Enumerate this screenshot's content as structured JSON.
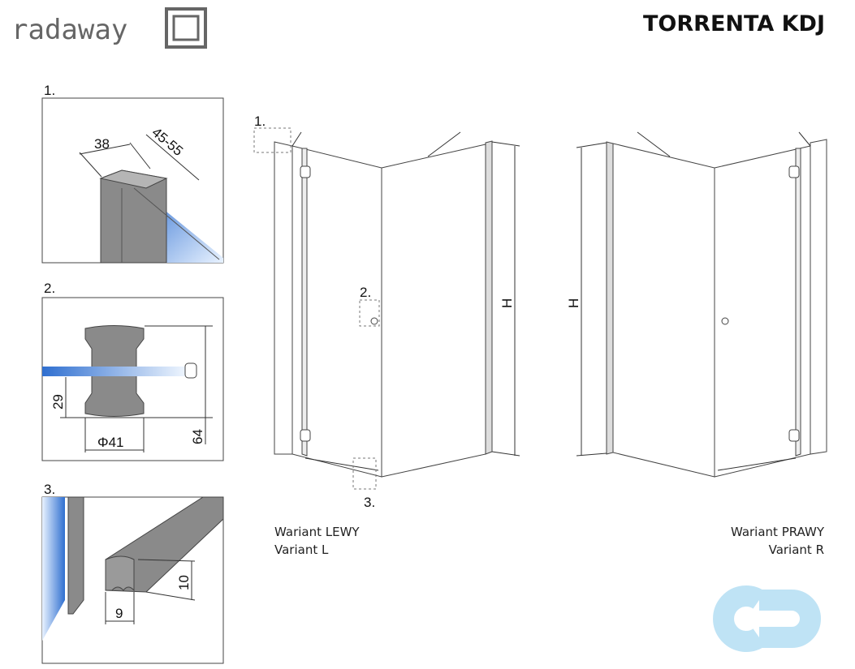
{
  "brand": {
    "logo_text": "radaway"
  },
  "title": "TORRENTA KDJ",
  "details": [
    {
      "label": "1.",
      "dims": [
        "38",
        "45-55"
      ]
    },
    {
      "label": "2.",
      "dims": [
        "29",
        "64",
        "Φ41"
      ]
    },
    {
      "label": "3.",
      "dims": [
        "10",
        "9"
      ]
    }
  ],
  "left_drawing": {
    "callouts": [
      "1.",
      "2.",
      "3."
    ],
    "height_label": "H",
    "caption_line1": "Wariant LEWY",
    "caption_line2": "Variant L"
  },
  "right_drawing": {
    "height_label": "H",
    "caption_line1": "Wariant PRAWY",
    "caption_line2": "Variant R"
  },
  "colors": {
    "glass": "#3a7fd0",
    "profile": "#8a8a8a",
    "watermark": "#bfe3f5"
  }
}
